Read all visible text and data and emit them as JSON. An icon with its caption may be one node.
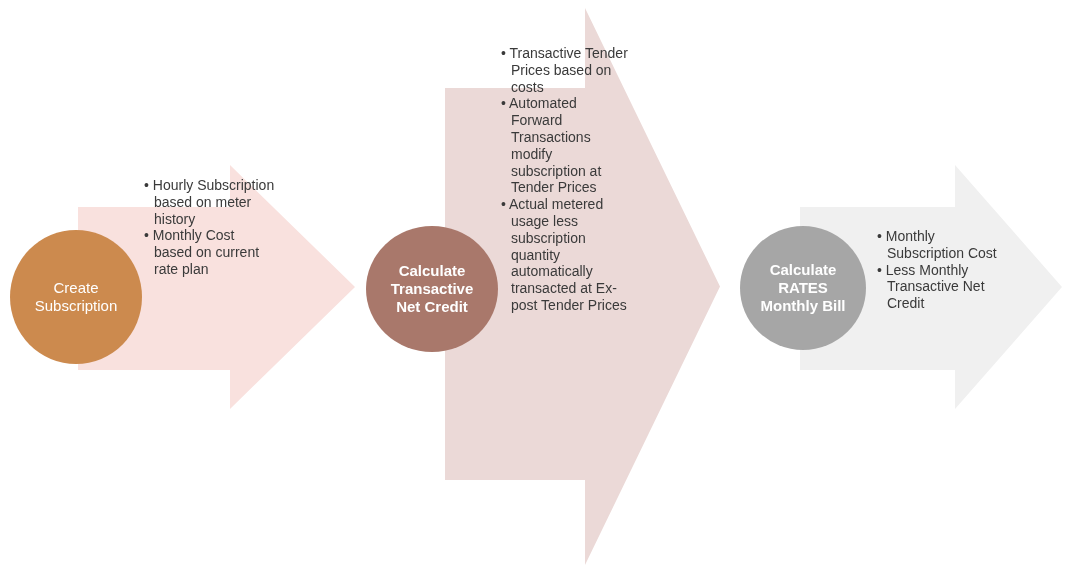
{
  "diagram": {
    "nodes": [
      {
        "text": [
          "Create Subscription"
        ]
      },
      {
        "text": [
          "• Hourly Subscription based on meter history",
          "• Monthly Cost based on current rate plan"
        ]
      },
      {
        "text": [
          "Calculate Transactive Net Credit"
        ]
      },
      {
        "text": [
          "• Transactive Tender Prices based on costs",
          "• Automated Forward Transactions modify subscription at Tender Prices",
          "• Actual metered usage less subscription quantity automatically transacted at Ex-post Tender Prices"
        ]
      },
      {
        "text": [
          "Calculate RATES Monthly Bill"
        ]
      },
      {
        "text": [
          "• Monthly Subscription Cost",
          "• Less Monthly Transactive Net Credit"
        ]
      }
    ]
  }
}
